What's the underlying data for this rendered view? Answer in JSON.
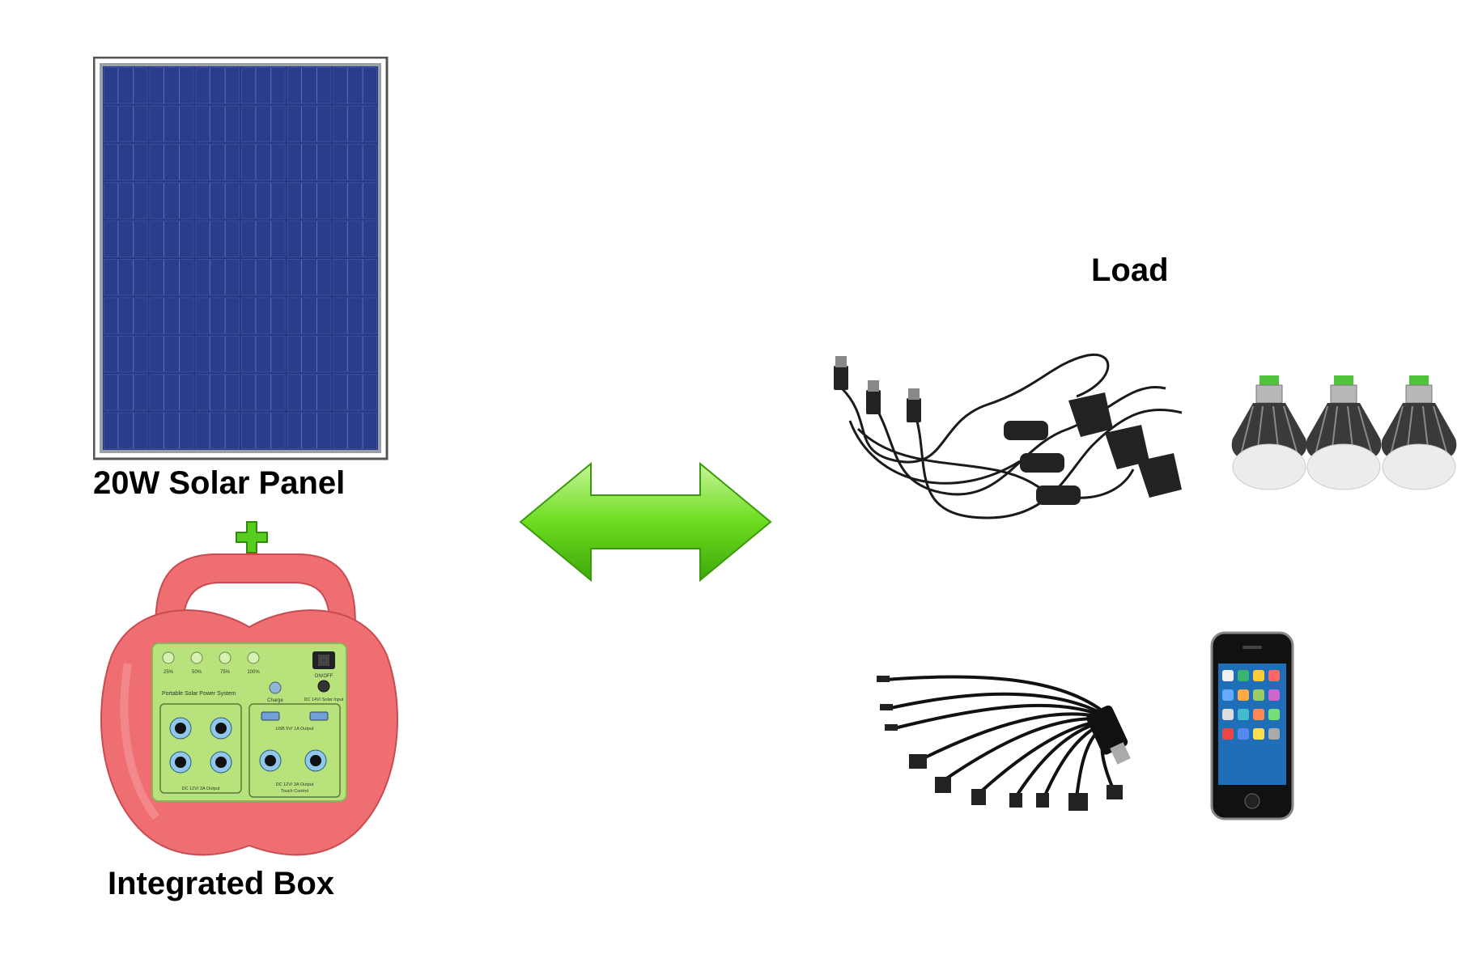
{
  "labels": {
    "solar_panel": "20W Solar Panel",
    "integrated_box": "Integrated Box",
    "load": "Load"
  },
  "box_panel": {
    "levels": [
      "25%",
      "50%",
      "75%",
      "100%"
    ],
    "switch_label": "ON/OFF",
    "title": "Portable Solar Power System",
    "charge": "Charge",
    "solar_input": "DC 14V/ Solar Input",
    "usb_output": "USB 5V/ 1A Output",
    "dc_left": "DC 12V/ 3A Output",
    "dc_right": "DC 12V/ 3A Output",
    "touch": "Touch Control"
  },
  "colors": {
    "panel_cell": "#2b3c8a",
    "box_body": "#ee6e72",
    "box_face": "#b8e27c",
    "arrow": "#5bd316",
    "plus": "#58cc1e"
  },
  "icons": [
    "solar-panel-image",
    "plus-icon",
    "integrated-box-image",
    "double-arrow-icon",
    "lamp-cables-image",
    "led-bulb-image",
    "usb-multi-charger-image",
    "smartphone-image"
  ]
}
